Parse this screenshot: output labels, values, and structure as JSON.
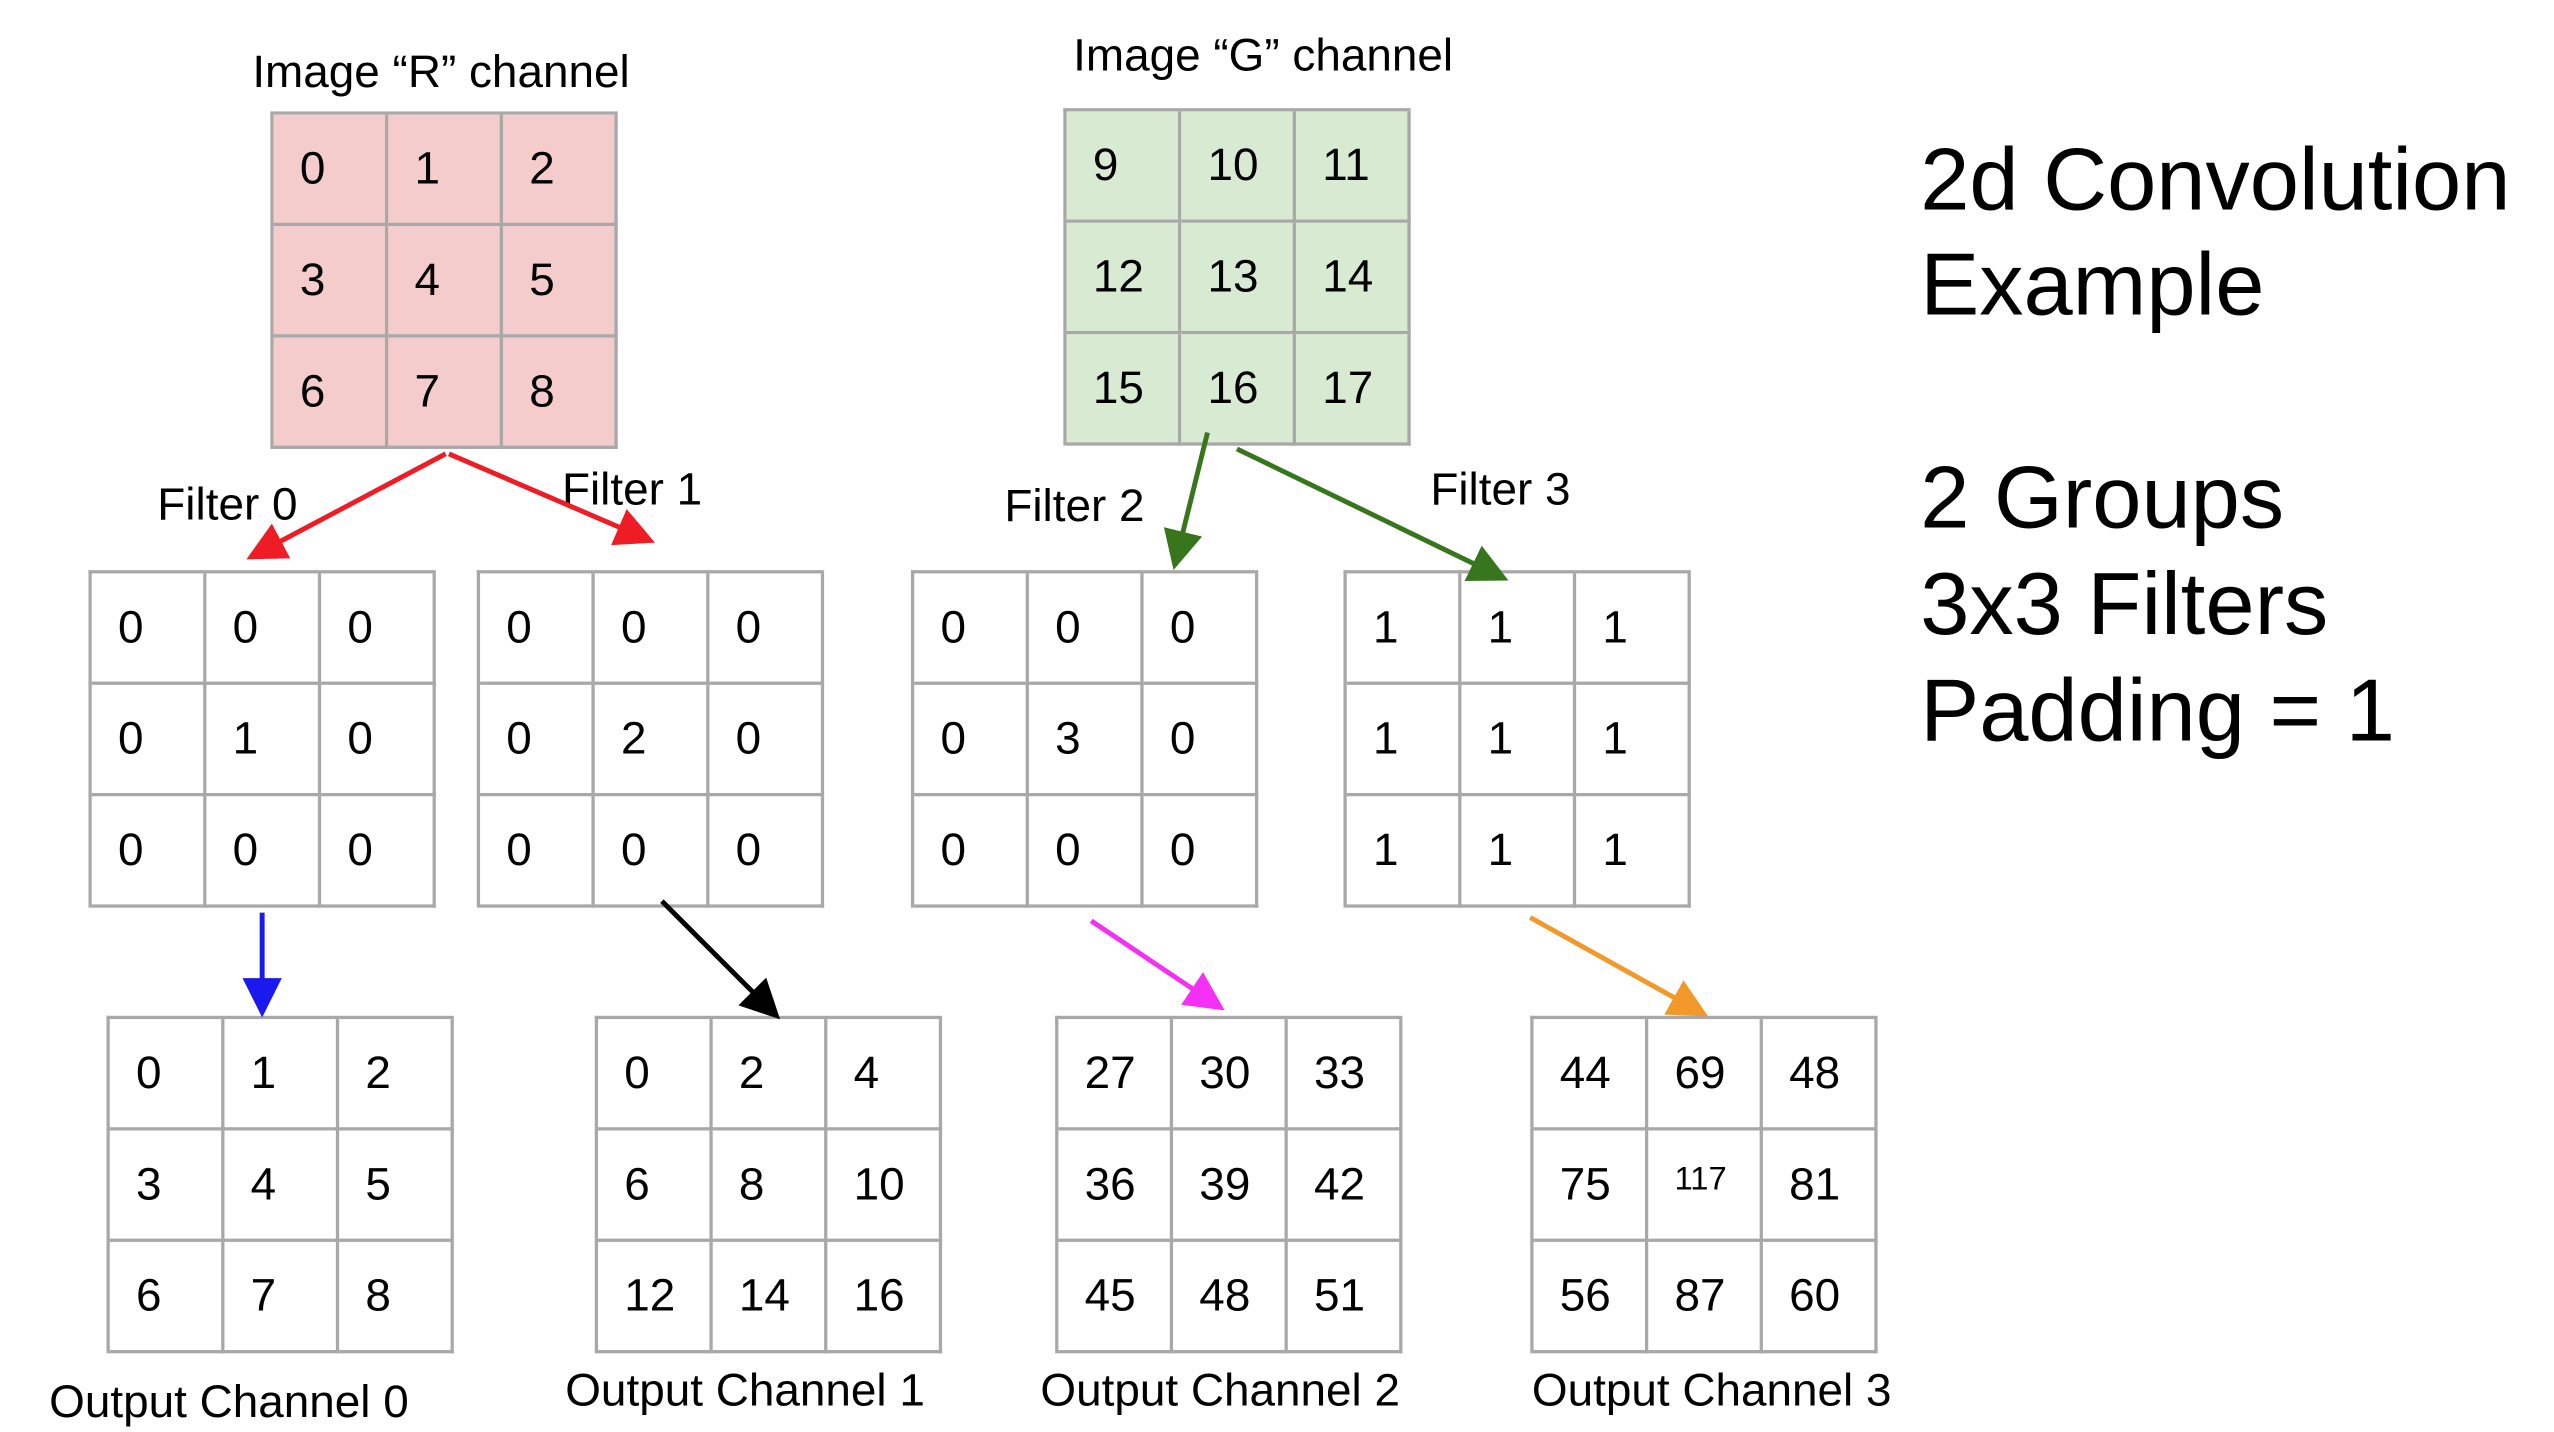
{
  "title": {
    "line1": "2d Convolution",
    "line2": "Example",
    "line3": "2 Groups",
    "line4": "3x3 Filters",
    "line5": "Padding = 1"
  },
  "inputs": {
    "r": {
      "label": "Image “R” channel",
      "color": "#f4cccc",
      "cells": [
        "0",
        "1",
        "2",
        "3",
        "4",
        "5",
        "6",
        "7",
        "8"
      ]
    },
    "g": {
      "label": "Image “G” channel",
      "color": "#d9ead3",
      "cells": [
        "9",
        "10",
        "11",
        "12",
        "13",
        "14",
        "15",
        "16",
        "17"
      ]
    }
  },
  "filters": [
    {
      "label": "Filter 0",
      "cells": [
        "0",
        "0",
        "0",
        "0",
        "1",
        "0",
        "0",
        "0",
        "0"
      ]
    },
    {
      "label": "Filter 1",
      "cells": [
        "0",
        "0",
        "0",
        "0",
        "2",
        "0",
        "0",
        "0",
        "0"
      ]
    },
    {
      "label": "Filter 2",
      "cells": [
        "0",
        "0",
        "0",
        "0",
        "3",
        "0",
        "0",
        "0",
        "0"
      ]
    },
    {
      "label": "Filter 3",
      "cells": [
        "1",
        "1",
        "1",
        "1",
        "1",
        "1",
        "1",
        "1",
        "1"
      ]
    }
  ],
  "outputs": [
    {
      "label": "Output Channel 0",
      "cells": [
        "0",
        "1",
        "2",
        "3",
        "4",
        "5",
        "6",
        "7",
        "8"
      ]
    },
    {
      "label": "Output Channel 1",
      "cells": [
        "0",
        "2",
        "4",
        "6",
        "8",
        "10",
        "12",
        "14",
        "16"
      ]
    },
    {
      "label": "Output Channel 2",
      "cells": [
        "27",
        "30",
        "33",
        "36",
        "39",
        "42",
        "45",
        "48",
        "51"
      ]
    },
    {
      "label": "Output Channel 3",
      "cells": [
        "44",
        "69",
        "48",
        "75",
        "117",
        "81",
        "56",
        "87",
        "60"
      ]
    }
  ],
  "arrow_colors": {
    "r_to_filters": "#ee1c25",
    "g_to_filters": "#38761d",
    "filter0_output": "#1a1aee",
    "filter1_output": "#000000",
    "filter2_output": "#f530f5",
    "filter3_output": "#f3982a"
  }
}
